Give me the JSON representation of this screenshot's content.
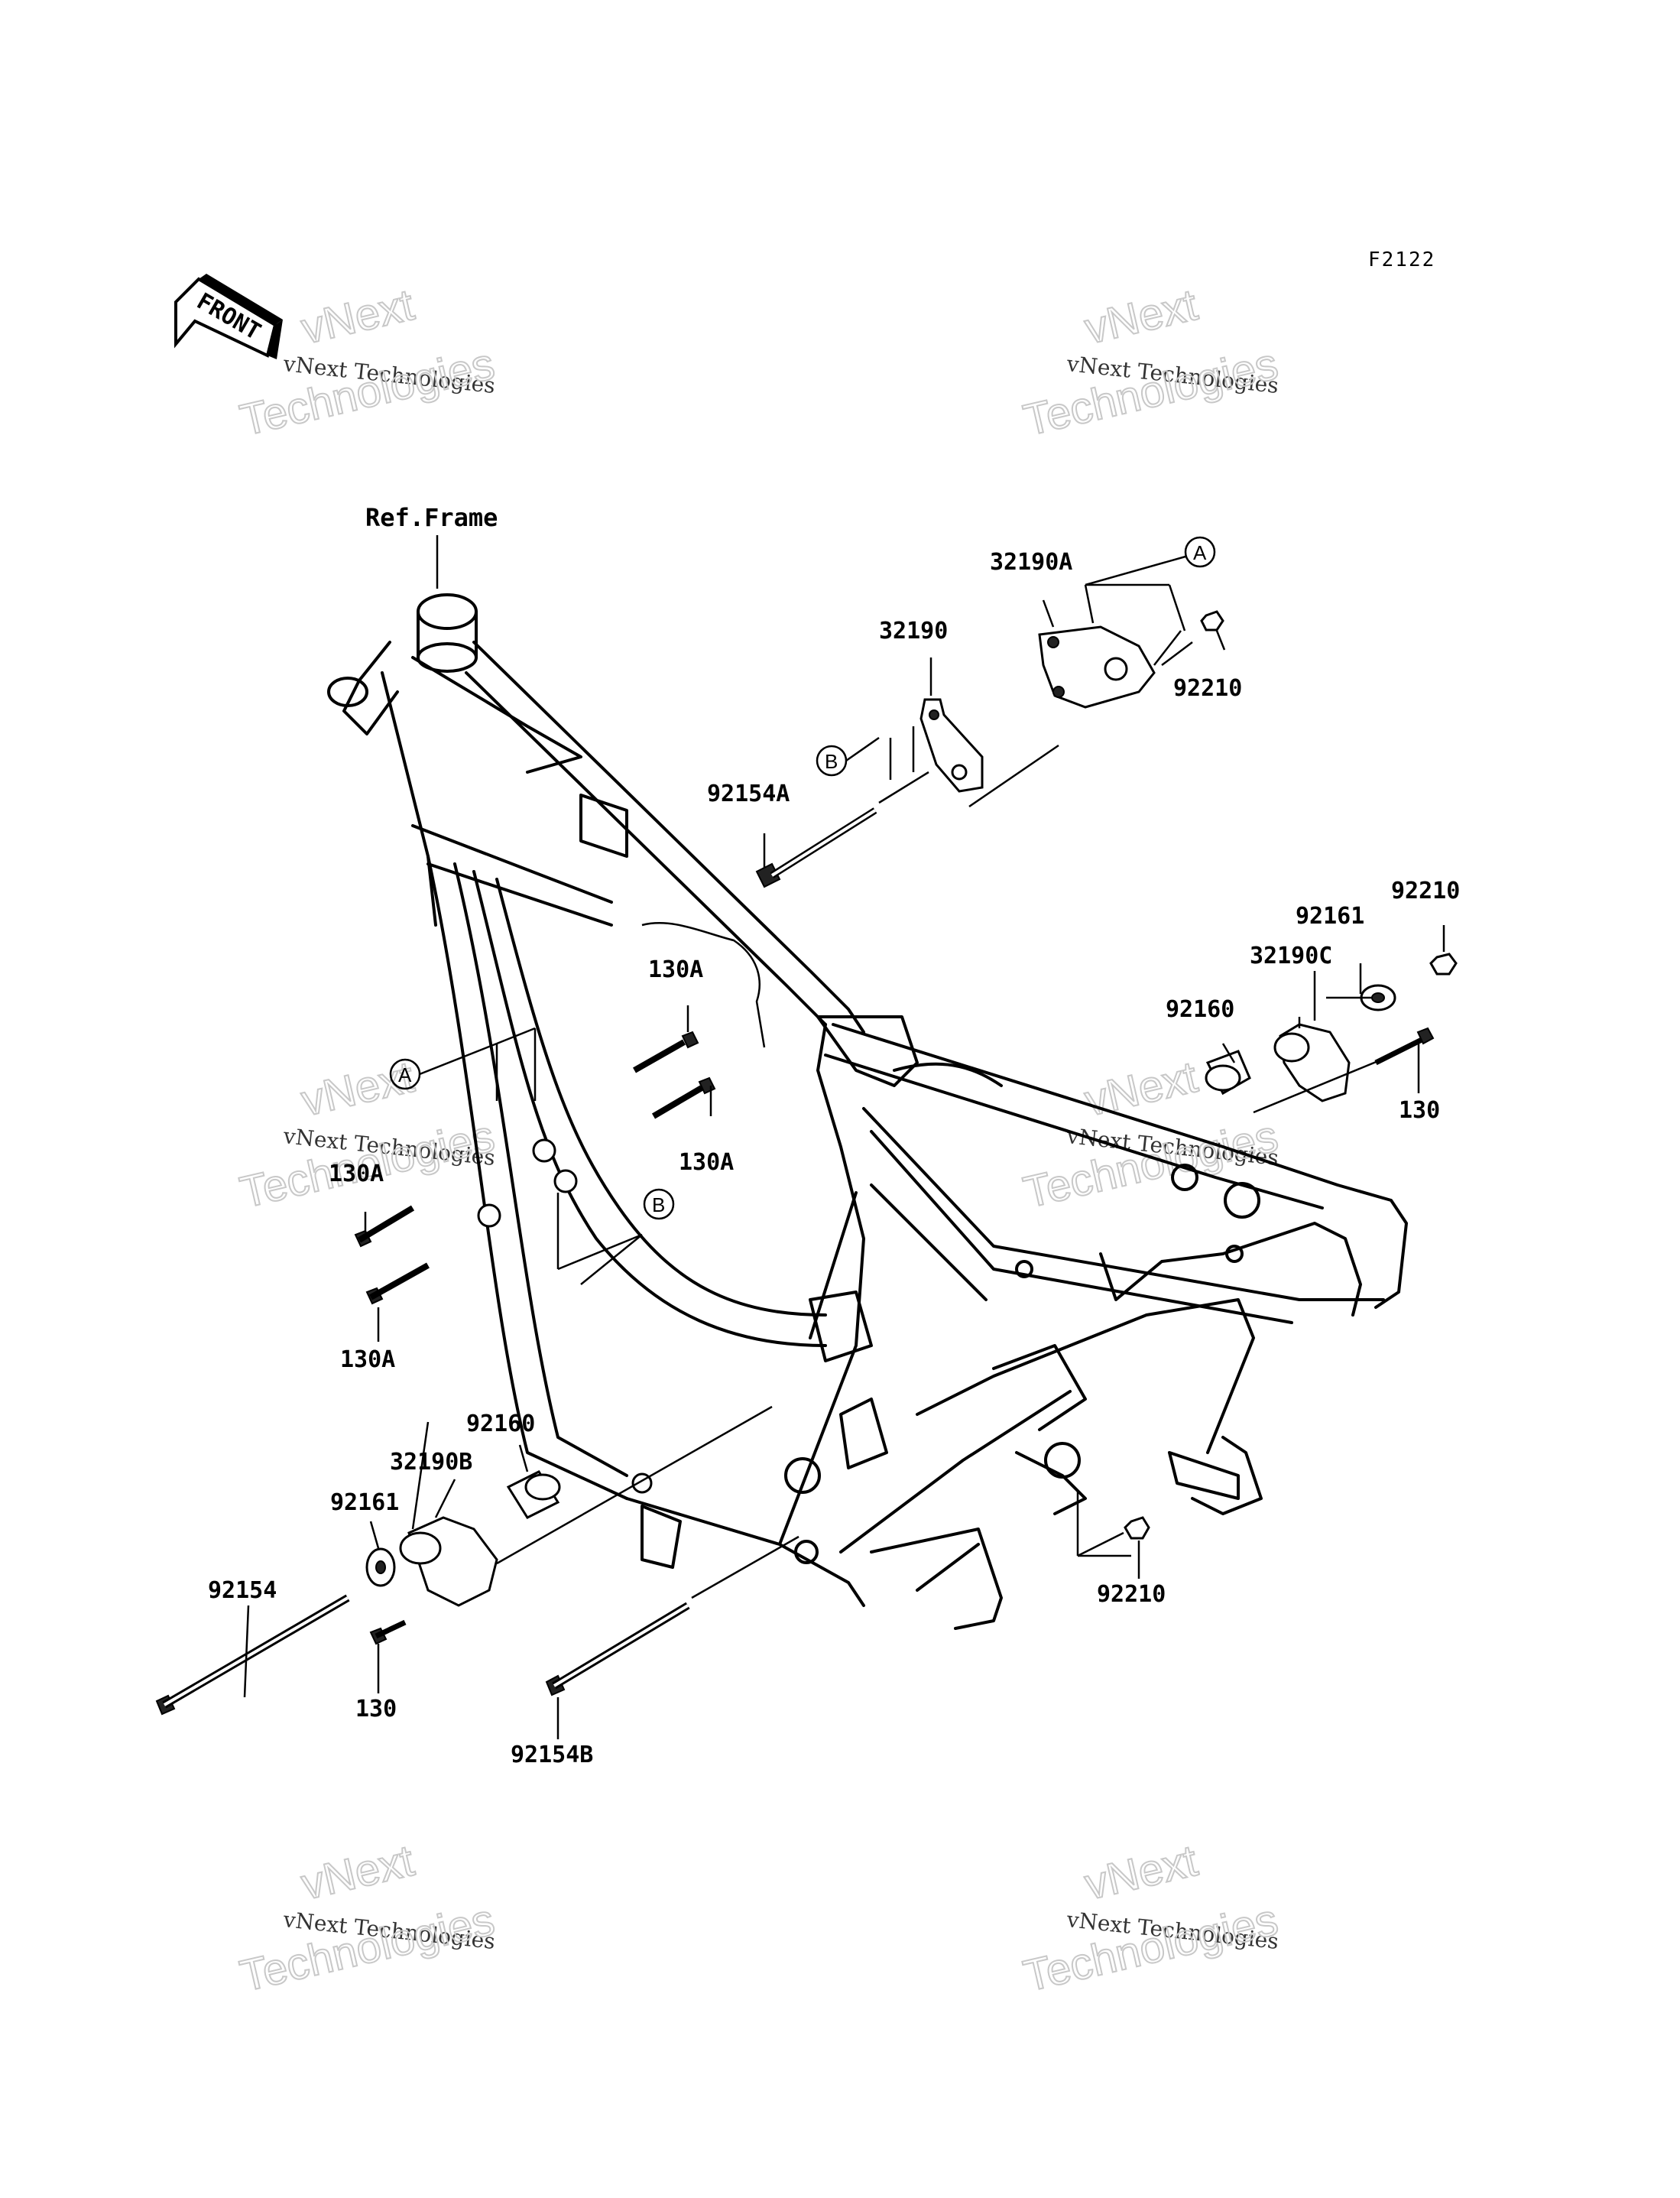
{
  "diagram_code": "F2122",
  "front_arrow_label": "FRONT",
  "ref_label": "Ref.Frame",
  "watermark": {
    "line1": "vNext Technologies",
    "line2a": "vNext",
    "line2b": "Technologies"
  },
  "callouts": {
    "a": "A",
    "b": "B"
  },
  "parts": {
    "p32190A": "32190A",
    "p92210_top": "92210",
    "p32190": "32190",
    "p92154A": "92154A",
    "p92210_right": "92210",
    "p92161_right": "92161",
    "p32190C": "32190C",
    "p92160_right": "92160",
    "p130_right": "130",
    "p130A_top": "130A",
    "p130A_mid": "130A",
    "p130A_left": "130A",
    "p130A_bottom": "130A",
    "p92160_left": "92160",
    "p32190B": "32190B",
    "p92161_left": "92161",
    "p92154": "92154",
    "p130_bottom": "130",
    "p92154B": "92154B",
    "p92210_bottom": "92210"
  }
}
